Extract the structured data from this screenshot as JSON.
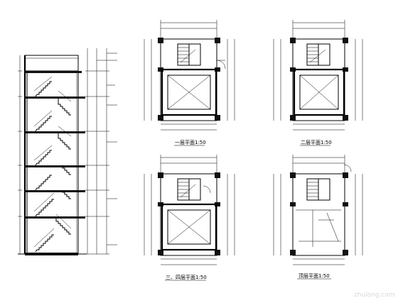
{
  "drawings": {
    "plans": [
      {
        "title": "一层平面1:50"
      },
      {
        "title": "二层平面1:50"
      },
      {
        "title": "三、四层平面1:50"
      },
      {
        "title": "顶层平面1:50"
      }
    ]
  },
  "watermark": "zhulong.com"
}
